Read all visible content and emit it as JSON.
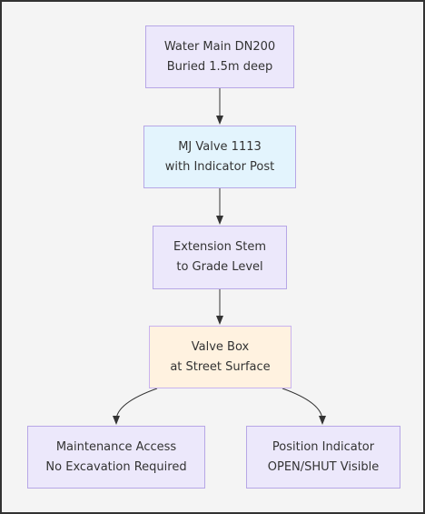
{
  "nodes": {
    "water_main": {
      "line1": "Water Main DN200",
      "line2": "Buried 1.5m deep"
    },
    "mj_valve": {
      "line1": "MJ Valve 1113",
      "line2": "with Indicator Post"
    },
    "extension_stem": {
      "line1": "Extension Stem",
      "line2": "to Grade Level"
    },
    "valve_box": {
      "line1": "Valve Box",
      "line2": "at Street Surface"
    },
    "maintenance_access": {
      "line1": "Maintenance Access",
      "line2": "No Excavation Required"
    },
    "position_indicator": {
      "line1": "Position Indicator",
      "line2": "OPEN/SHUT Visible"
    }
  },
  "colors": {
    "default_fill": "#ece8fb",
    "valve_fill": "#e3f4fd",
    "box_fill": "#fff2e0",
    "stroke": "#b7a7e6",
    "edge": "#333333",
    "background": "#f4f4f4",
    "frame": "#333333"
  }
}
